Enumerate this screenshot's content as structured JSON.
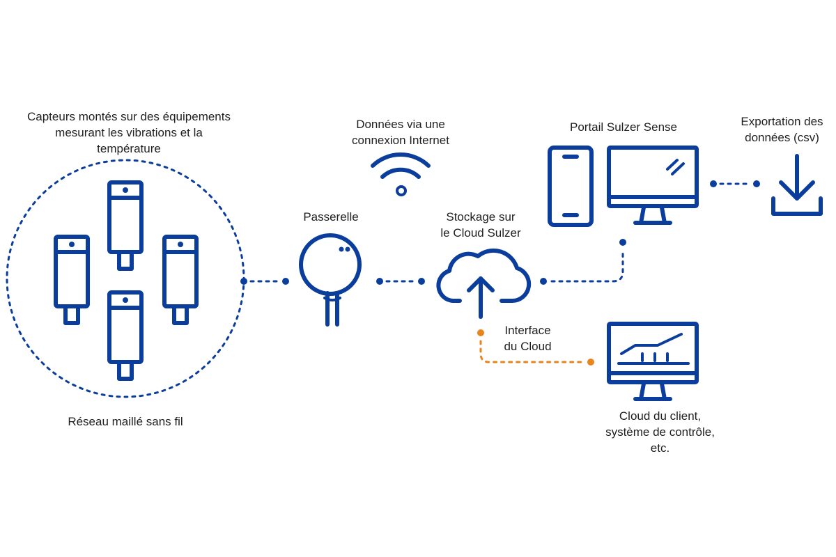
{
  "labels": {
    "sensors": "Capteurs montés sur des équipements\nmesurant les vibrations et la\ntempérature",
    "mesh": "Réseau maillé sans fil",
    "internet": "Données via une\nconnexion Internet",
    "gateway": "Passerelle",
    "cloud_storage": "Stockage sur\nle Cloud Sulzer",
    "portal": "Portail Sulzer Sense",
    "export": "Exportation des\ndonnées (csv)",
    "cloud_interface": "Interface\ndu Cloud",
    "client_cloud": "Cloud du client,\nsystème de contrôle,\netc."
  },
  "colors": {
    "primary": "#0a3d9c",
    "accent": "#e8841a",
    "background": "#ffffff"
  },
  "icons": [
    "sensor-icon",
    "wifi-icon",
    "gateway-icon",
    "cloud-upload-icon",
    "smartphone-icon",
    "monitor-icon",
    "download-icon",
    "chart-monitor-icon"
  ]
}
